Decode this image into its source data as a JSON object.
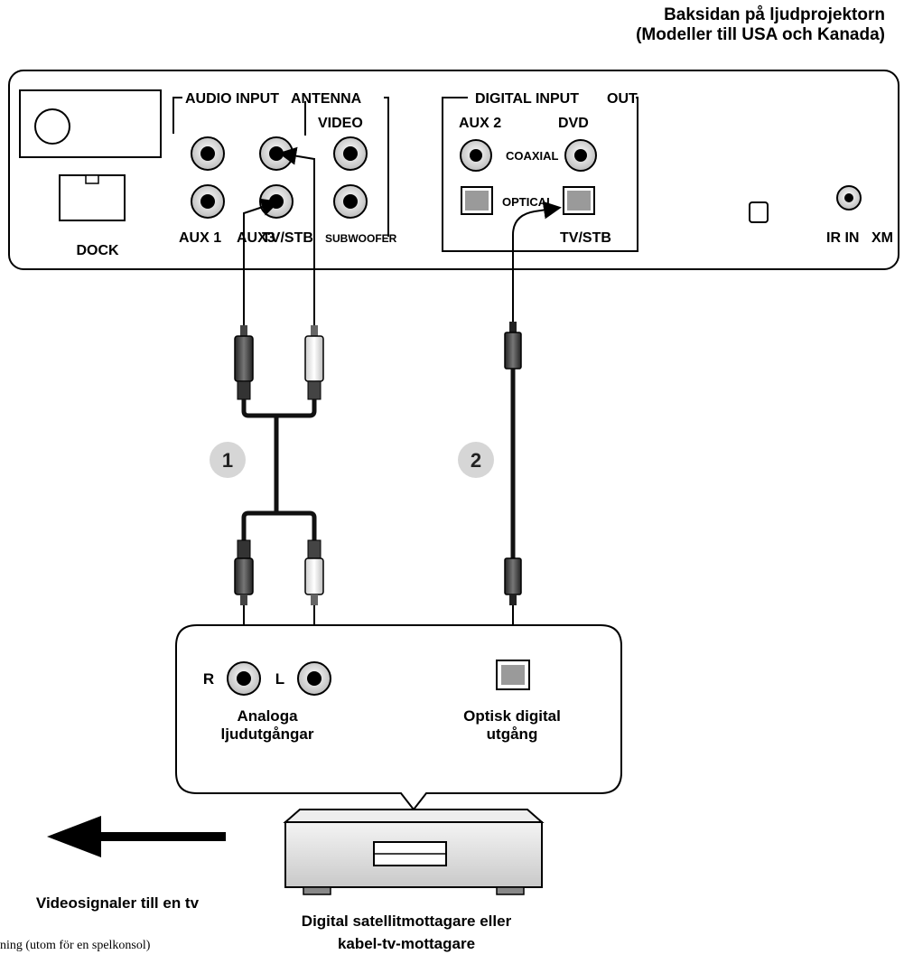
{
  "title": {
    "line1": "Baksidan på ljudprojektorn",
    "line2": "(Modeller till USA och Kanada)"
  },
  "panel": {
    "dock": "DOCK",
    "audio_input": "AUDIO INPUT",
    "antenna": "ANTENNA",
    "video": "VIDEO",
    "aux1": "AUX 1",
    "aux3": "AUX3",
    "tvstb_audio": "TV/STB",
    "subwoofer": "SUBWOOFER",
    "digital_input": "DIGITAL INPUT",
    "out": "OUT",
    "aux2": "AUX 2",
    "dvd": "DVD",
    "coaxial": "COAXIAL",
    "optical": "OPTICAL",
    "tvstb_digital": "TV/STB",
    "ir_in": "IR IN",
    "xm": "XM"
  },
  "cables": {
    "one": "1",
    "two": "2"
  },
  "device": {
    "r": "R",
    "l": "L",
    "analog_line1": "Analoga",
    "analog_line2": "ljudutgångar",
    "optical_line1": "Optisk digital",
    "optical_line2": "utgång",
    "name_line1": "Digital satellitmottagare eller",
    "name_line2": "kabel-tv-mottagare"
  },
  "video": {
    "label": "Videosignaler till en tv",
    "note": "ning (utom för en spelkonsol)"
  }
}
